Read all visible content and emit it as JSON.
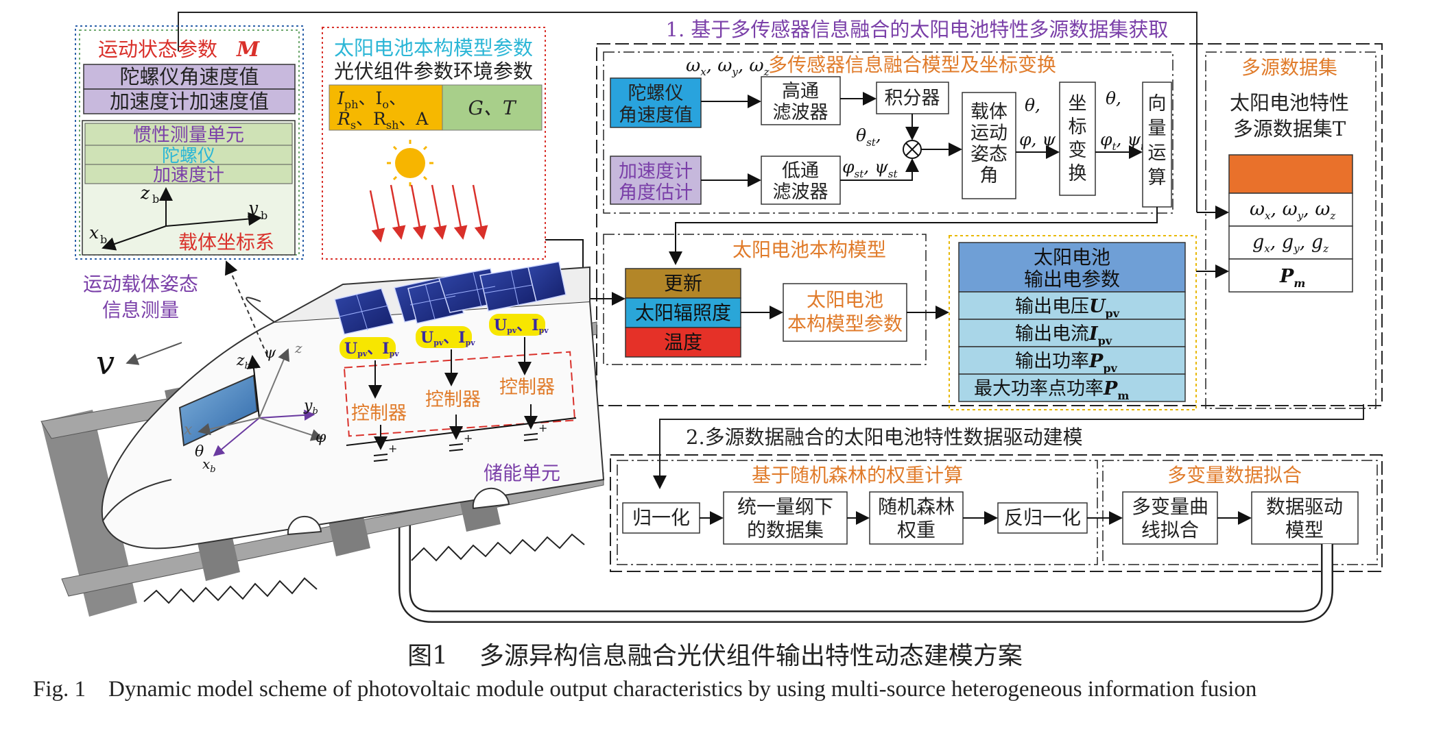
{
  "colors": {
    "purple": "#7a3fa8",
    "orange": "#e07b2a",
    "red": "#d9302a",
    "cyan": "#2bb6d6",
    "gyro_blue": "#29a3dd",
    "accel_lavender": "#c6b8dc",
    "panel_gold": "#f6b800",
    "panel_green": "#a8cf8a",
    "update_brown": "#b38628",
    "temp_red": "#e53128",
    "output_blue": "#6f9fd6",
    "output_light": "#a9d6e8",
    "dataset_orange": "#e9712b"
  },
  "left_panel": {
    "motion_title": "运动状态参数",
    "motion_symbol": "M",
    "gyro_value": "陀螺仪角速度值",
    "accel_value": "加速度计加速度值",
    "imu_label": "惯性测量单元",
    "imu_gyro": "陀螺仪",
    "imu_accel": "加速度计",
    "axis_z": "z",
    "axis_y": "y",
    "axis_x": "x",
    "axis_sub": "b",
    "frame_label": "载体坐标系",
    "attitude_label_1": "运动载体姿态",
    "attitude_label_2": "信息测量"
  },
  "pv_params": {
    "title": "太阳电池本构模型参数",
    "subtitle": "光伏组件参数环境参数",
    "gold_line1": "I",
    "gold_line1_sub": "ph",
    "gold_line1b": "、I",
    "gold_line1b_sub": "o",
    "gold_line1c": "、",
    "gold_line2": "R",
    "gold_line2_sub": "s",
    "gold_line2b": "、R",
    "gold_line2b_sub": "sh",
    "gold_line2c": "、A",
    "green_text": "G、T"
  },
  "section1": {
    "title": "1. 基于多传感器信息融合的太阳电池特性多源数据集获取",
    "fusion_title": "多传感器信息融合模型及坐标变换",
    "omega_label": "ω",
    "gyro_box": "陀螺仪",
    "gyro_box2": "角速度值",
    "accel_box": "加速度计",
    "accel_box2": "角度估计",
    "highpass": "高通",
    "highpass2": "滤波器",
    "lowpass": "低通",
    "lowpass2": "滤波器",
    "integrator": "积分器",
    "theta_st": "θ",
    "st": "st",
    "phi_st": "φ",
    "psi_st": "ψ",
    "carrier_angle": [
      "载体",
      "运动",
      "姿态",
      "角"
    ],
    "theta_phi_psi_1": "θ,",
    "theta_phi_psi_2": "φ, ψ",
    "coord_transform": [
      "坐",
      "标",
      "变",
      "换"
    ],
    "theta_t_1": "θ,",
    "theta_t_2": "φ",
    "t": "t",
    "psi_t": ", ψ",
    "vector_op": [
      "向",
      "量",
      "运",
      "算"
    ],
    "model_title": "太阳电池本构模型",
    "update": "更新",
    "irradiance": "太阳辐照度",
    "temperature": "温度",
    "model_params_1": "太阳电池",
    "model_params_2": "本构模型参数",
    "out_title_1": "太阳电池",
    "out_title_2": "输出电参数",
    "out_voltage": "输出电压",
    "out_current": "输出电流",
    "out_power": "输出功率",
    "out_mpp": "最大功率点功率",
    "U": "U",
    "I": "I",
    "P": "P",
    "pv": "pv",
    "m": "m",
    "dataset_title": "多源数据集",
    "dataset_desc_1": "太阳电池特性",
    "dataset_desc_2": "多源数据集T",
    "dataset_row1": "ωx, ωy, ωz",
    "dataset_row2": "gx, gy, gz",
    "dataset_row3": "Pm"
  },
  "section2": {
    "title": "2.多源数据融合的太阳电池特性数据驱动建模",
    "rf_title": "基于随机森林的权重计算",
    "fit_title": "多变量数据拟合",
    "normalize": "归一化",
    "unified_1": "统一量纲下",
    "unified_2": "的数据集",
    "rf_weight_1": "随机森林",
    "rf_weight_2": "权重",
    "denormalize": "反归一化",
    "multifit_1": "多变量曲",
    "multifit_2": "线拟合",
    "datamodel_1": "数据驱动",
    "datamodel_2": "模型"
  },
  "train": {
    "velocity": "v",
    "controller": "控制器",
    "storage": "储能单元",
    "U": "U",
    "I": "I",
    "pv": "pv",
    "z": "z",
    "y": "y",
    "x": "x",
    "b": "b",
    "psi": "ψ",
    "phi": "φ",
    "theta": "θ"
  },
  "caption": {
    "cn_label": "图1",
    "cn_text": "多源异构信息融合光伏组件输出特性动态建模方案",
    "en_label": "Fig. 1",
    "en_text": "Dynamic model scheme of photovoltaic module output characteristics by using multi-source heterogeneous information fusion"
  }
}
